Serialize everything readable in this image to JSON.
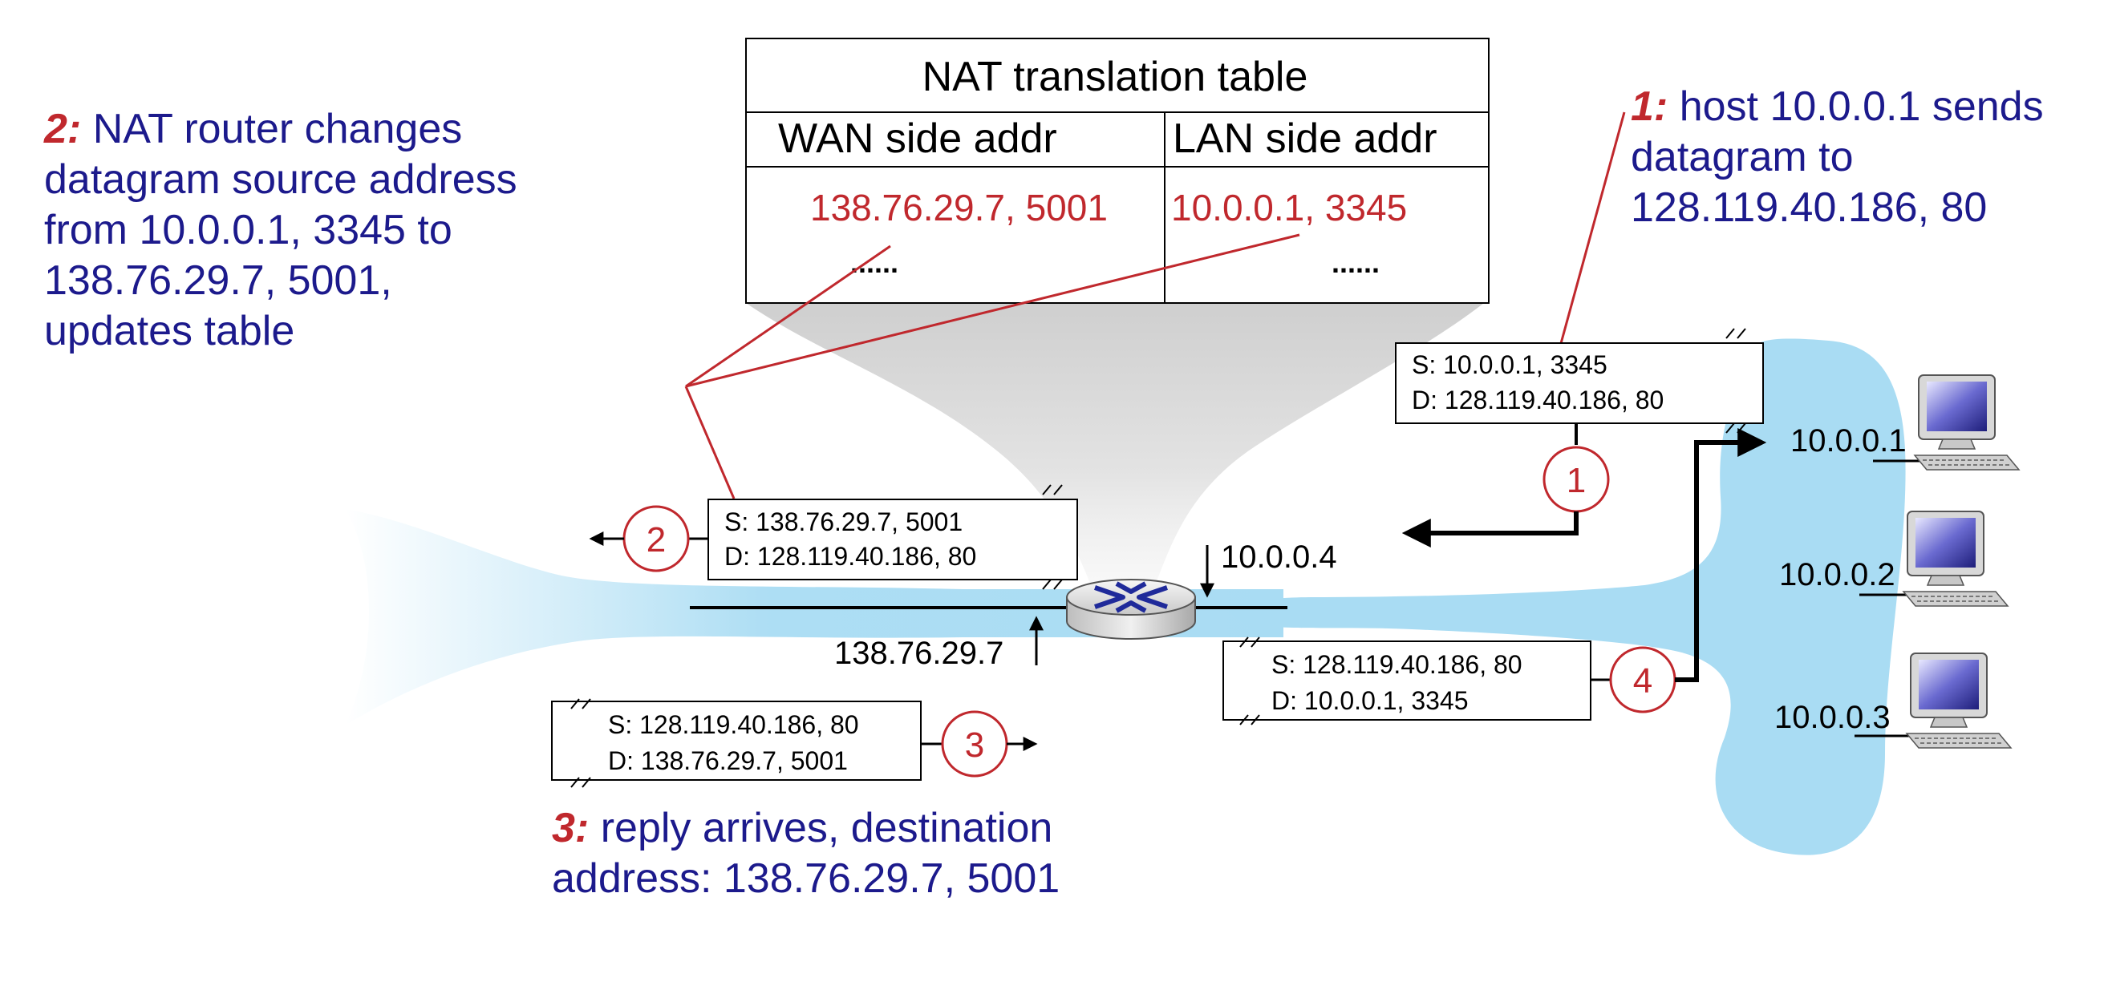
{
  "table": {
    "title": "NAT translation table",
    "headers": [
      "WAN side addr",
      "LAN side addr"
    ],
    "row": [
      "138.76.29.7, 5001",
      "10.0.0.1, 3345"
    ],
    "ellipsis": [
      "......",
      "......"
    ]
  },
  "step1": {
    "num": "1:",
    "lines": [
      "host 10.0.0.1 sends",
      "datagram to",
      "128.119.40.186, 80"
    ]
  },
  "step2": {
    "num": "2:",
    "lines": [
      "NAT router changes",
      "datagram source address",
      "from 10.0.0.1, 3345 to",
      "138.76.29.7, 5001,",
      "updates table"
    ]
  },
  "step3": {
    "num": "3:",
    "lines": [
      "reply arrives, destination",
      "address: 138.76.29.7, 5001"
    ]
  },
  "packets": {
    "p1": {
      "src": "S: 10.0.0.1, 3345",
      "dst": "D: 128.119.40.186, 80"
    },
    "p2": {
      "src": "S: 138.76.29.7, 5001",
      "dst": "D: 128.119.40.186, 80"
    },
    "p3": {
      "src": "S: 128.119.40.186, 80",
      "dst": "D: 138.76.29.7, 5001"
    },
    "p4": {
      "src": "S: 128.119.40.186, 80",
      "dst": "D: 10.0.0.1, 3345"
    }
  },
  "markers": {
    "m1": "1",
    "m2": "2",
    "m3": "3",
    "m4": "4"
  },
  "router": {
    "lan_addr": "10.0.0.4",
    "wan_addr": "138.76.29.7"
  },
  "hosts": [
    "10.0.0.1",
    "10.0.0.2",
    "10.0.0.3"
  ],
  "colors": {
    "accent_red": "#c0282d",
    "text_blue": "#1c1a8c",
    "lan_blue": "#a9dcf3"
  }
}
